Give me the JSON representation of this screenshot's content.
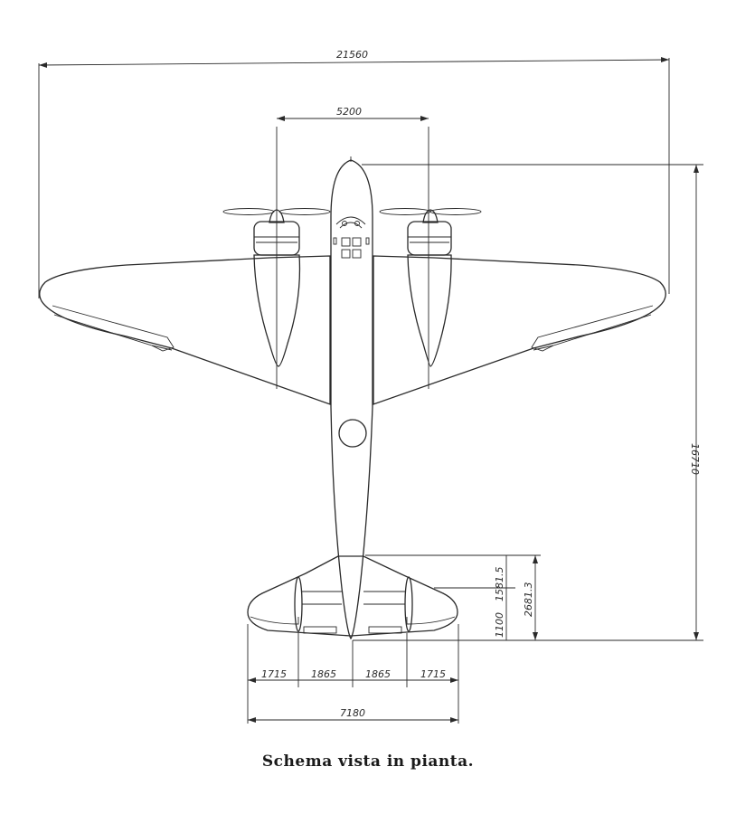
{
  "caption": "Schema vista in pianta.",
  "dimensions": {
    "wingspan": "21560",
    "engine_spacing": "5200",
    "length": "16710",
    "tail_to_wing_a": "1581.5",
    "tail_to_wing_b": "2681.3",
    "tail_chord": "1100",
    "tail_seg_outer_left": "1715",
    "tail_seg_inner_left": "1865",
    "tail_seg_inner_right": "1865",
    "tail_seg_outer_right": "1715",
    "tailspan": "7180"
  }
}
